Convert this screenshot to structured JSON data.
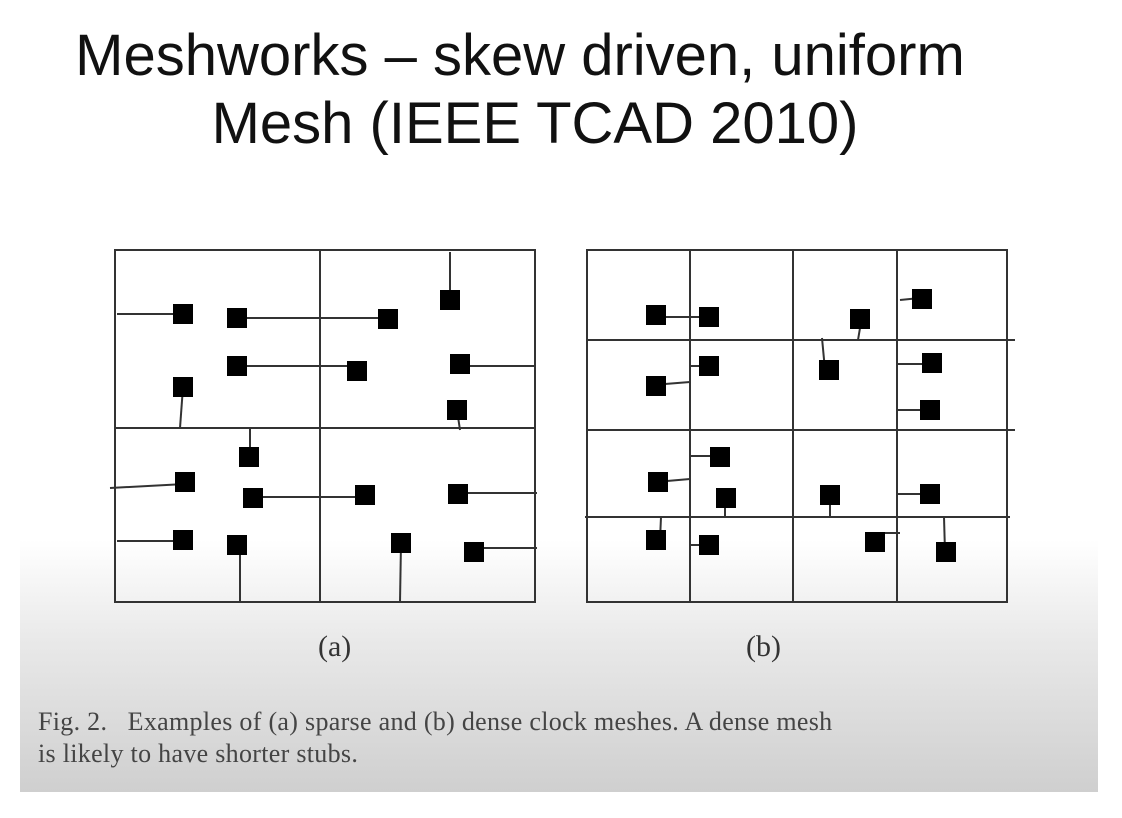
{
  "title": {
    "line1": "Meshworks – skew driven, uniform",
    "line2": "Mesh (IEEE TCAD 2010)"
  },
  "figure": {
    "panel_a_label": "(a)",
    "panel_b_label": "(b)",
    "caption_line1": "Fig. 2.   Examples of (a) sparse and (b) dense clock meshes. A dense mesh",
    "caption_line2": "is likely to have shorter stubs."
  }
}
